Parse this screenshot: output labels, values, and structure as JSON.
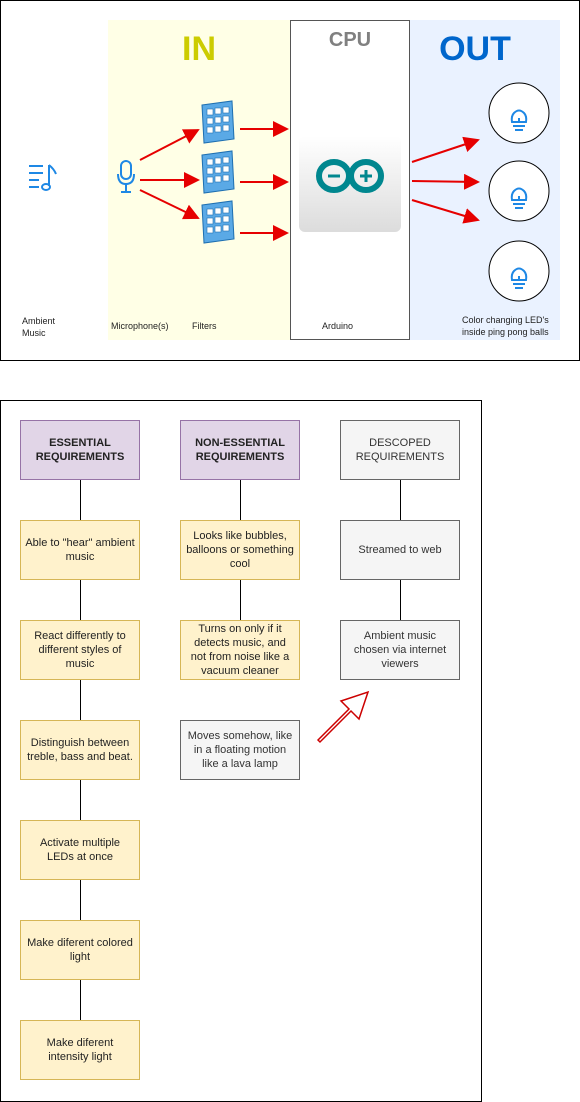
{
  "top_diagram": {
    "sections": {
      "in": {
        "title": "IN",
        "color": "#cccc00",
        "bg": "#ffffe6"
      },
      "cpu": {
        "title": "CPU",
        "color": "#808080"
      },
      "out": {
        "title": "OUT",
        "color": "#0066cc",
        "bg": "#eaf2ff"
      }
    },
    "labels": {
      "ambient_music": "Ambient Music",
      "microphones": "Microphone(s)",
      "filters": "Filters",
      "arduino": "Arduino",
      "leds": "Color changing LED's inside ping pong balls"
    },
    "colors": {
      "arrow": "#e60000",
      "icon": "#1e88e5",
      "arduino_teal": "#00878f"
    }
  },
  "requirements": {
    "essential": {
      "header": "ESSENTIAL REQUIREMENTS",
      "items": [
        "Able to \"hear\" ambient music",
        "React differently to different styles of music",
        "Distinguish between treble, bass and beat.",
        "Activate multiple LEDs at once",
        "Make diferent colored light",
        "Make diferent intensity light"
      ]
    },
    "non_essential": {
      "header": "NON-ESSENTIAL REQUIREMENTS",
      "items": [
        "Looks like bubbles, balloons or something cool",
        "Turns on only if it detects music, and not from noise like a vacuum cleaner",
        "Moves somehow, like in a floating motion like a lava lamp"
      ]
    },
    "descoped": {
      "header": "DESCOPED REQUIREMENTS",
      "items": [
        "Streamed to web",
        "Ambient music chosen via internet viewers"
      ]
    }
  }
}
